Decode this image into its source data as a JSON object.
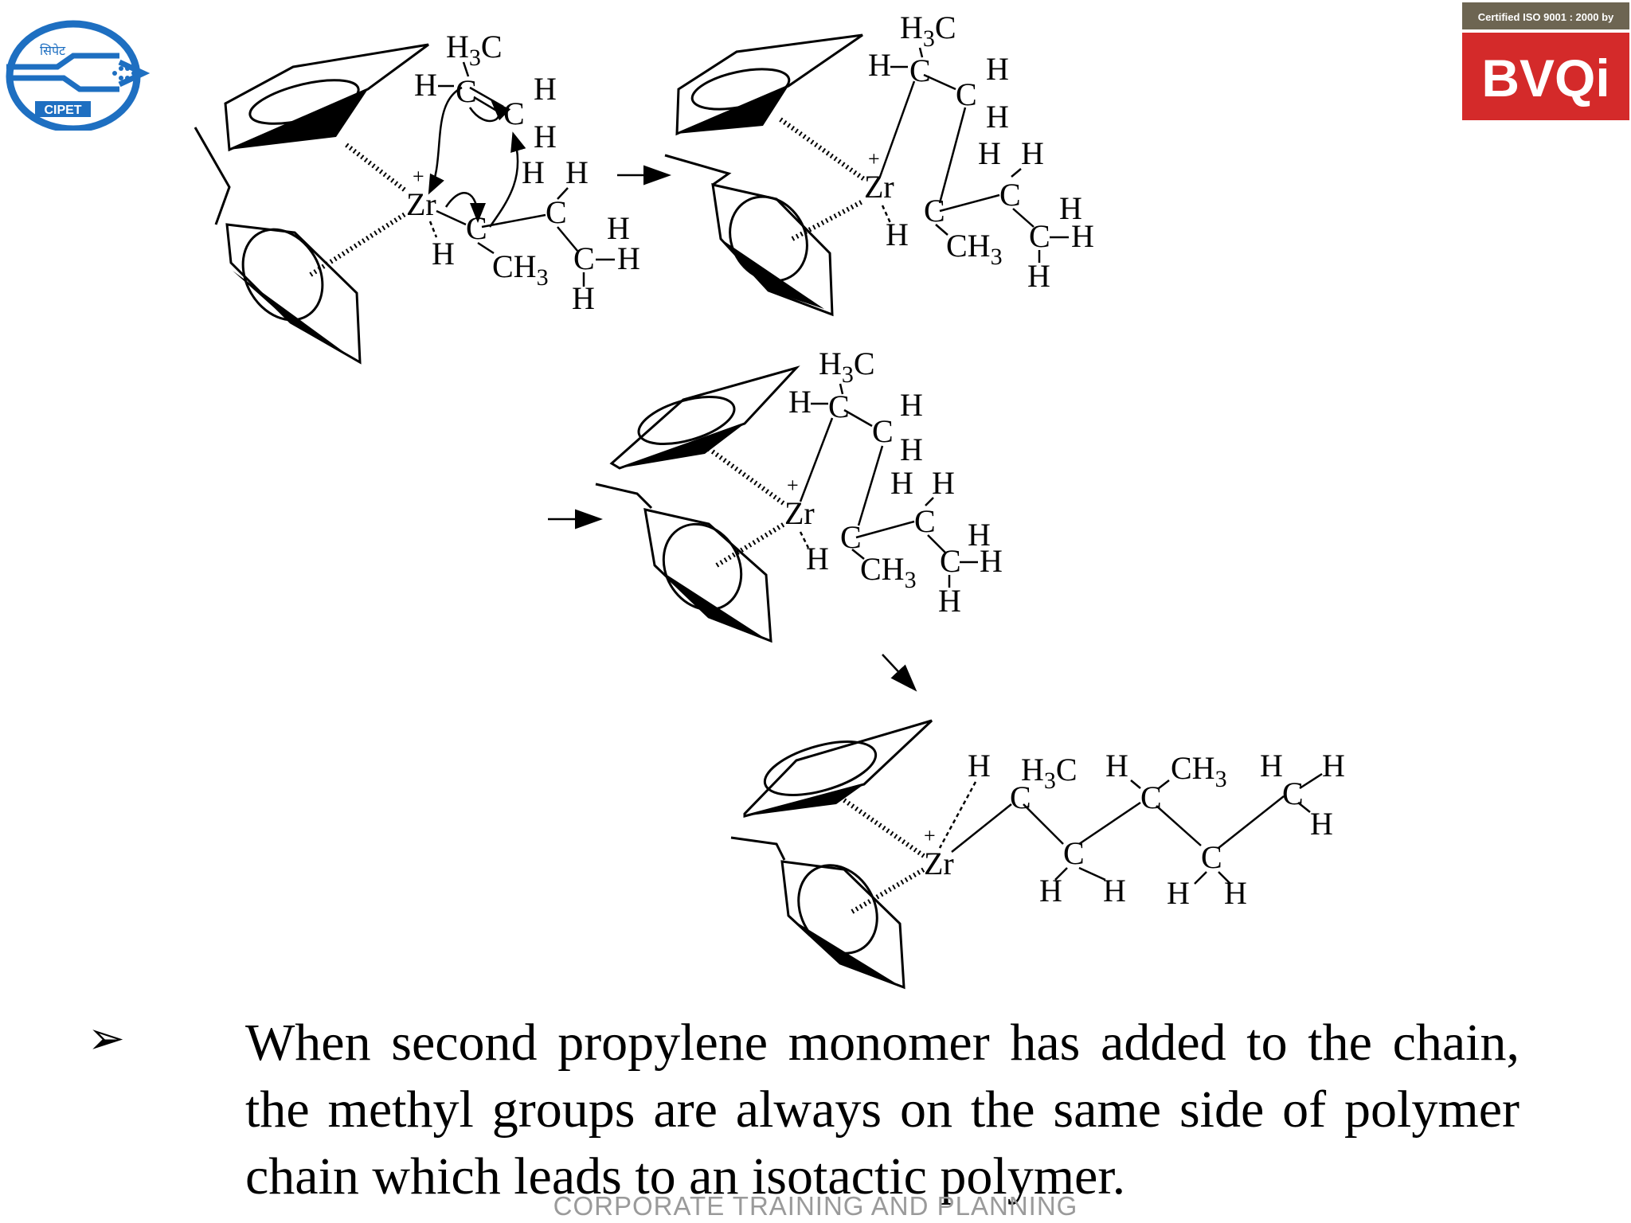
{
  "slide": {
    "bullet_symbol": "➢",
    "text": "When second propylene monomer has added to the chain, the methyl groups are always on the same side of polymer chain which leads to an isotactic polymer.",
    "footer": "CORPORATE TRAINING AND PLANNING"
  },
  "logos": {
    "left_text": "CIPET",
    "left_hindi": "सिपेट",
    "cert_text": "Certified ISO 9001 : 2000 by",
    "cert_brand": "BVQi",
    "brand_color": "#d42a2a",
    "primary_color": "#1e6fc1"
  },
  "chem": {
    "metal": "Zr",
    "charge": "+",
    "h": "H",
    "c": "C",
    "ch3": "CH",
    "h3c_h": "H",
    "h3c_c": "C",
    "sub3": "3"
  }
}
